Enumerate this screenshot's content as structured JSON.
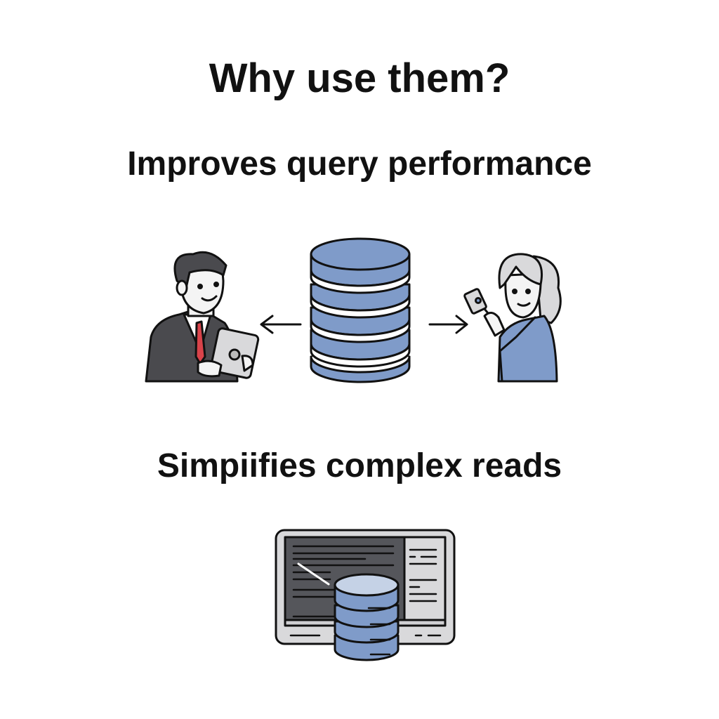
{
  "title": "Why use them?",
  "sections": [
    {
      "heading": "Improves query performance",
      "illustration": "database-serving-users"
    },
    {
      "heading": "Simpiifies complex reads",
      "illustration": "monitor-with-database"
    }
  ],
  "colors": {
    "db_blue": "#7f9bc9",
    "suit_dark": "#4a4a4e",
    "tie_red": "#d9434a",
    "screen_dark": "#55565b",
    "panel_light": "#d9d9db"
  }
}
